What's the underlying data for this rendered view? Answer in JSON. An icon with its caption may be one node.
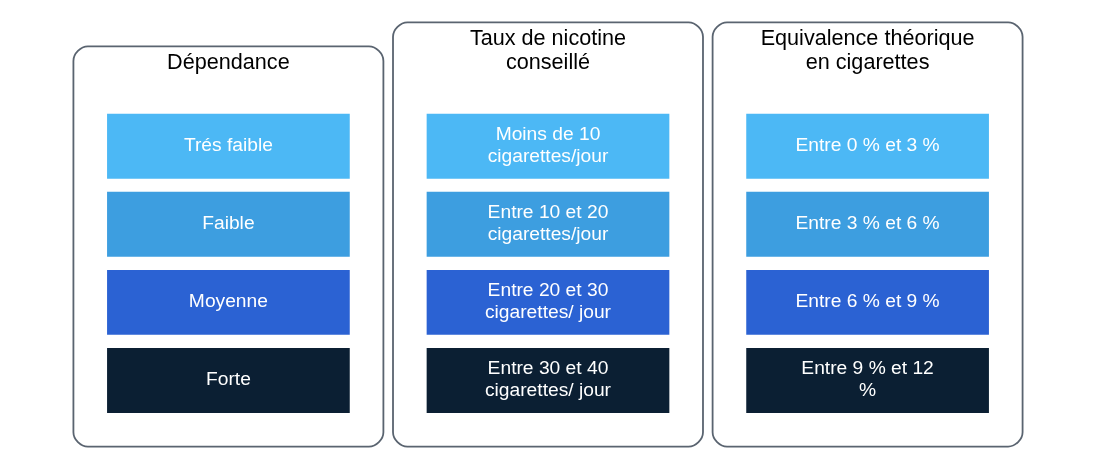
{
  "diagram": {
    "nodes": [
      {
        "text": [
          "Dépendance"
        ]
      },
      {
        "text": [
          "Trés faible"
        ],
        "in": 0
      },
      {
        "text": [
          "Faible"
        ],
        "in": 0
      },
      {
        "text": [
          "Moyenne"
        ],
        "in": 0
      },
      {
        "text": [
          "Forte"
        ],
        "in": 0
      },
      {
        "text": [
          "Taux de nicotine conseillé"
        ]
      },
      {
        "text": [
          "Moins de 10 cigarettes/jour"
        ],
        "in": 5
      },
      {
        "text": [
          "Entre 10 et 20 cigarettes/jour"
        ],
        "in": 5
      },
      {
        "text": [
          "Entre 20 et 30 cigarettes/ jour"
        ],
        "in": 5
      },
      {
        "text": [
          "Entre 30 et 40 cigarettes/ jour"
        ],
        "in": 5
      },
      {
        "text": [
          "Equivalence théorique en cigarettes"
        ]
      },
      {
        "text": [
          "Entre 0 % et 3 %"
        ],
        "in": 10
      },
      {
        "text": [
          "Entre 3 % et 6 %"
        ],
        "in": 10
      },
      {
        "text": [
          "Entre 6 % et 9 %"
        ],
        "in": 10
      },
      {
        "text": [
          "Entre 9 % et 12 %"
        ],
        "in": 10
      }
    ],
    "edges": []
  }
}
